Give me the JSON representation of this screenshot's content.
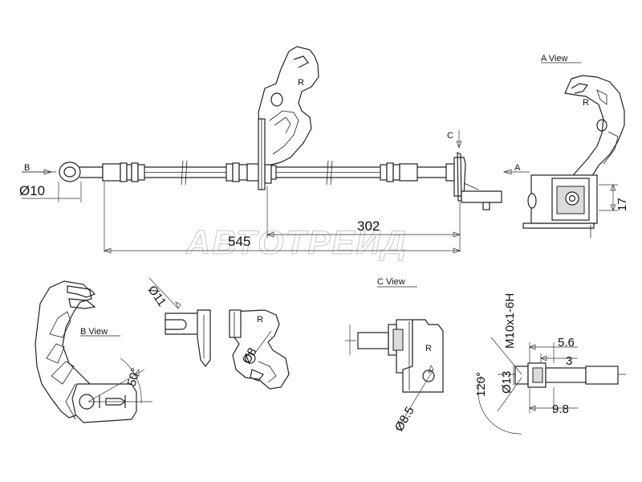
{
  "dimensions": {
    "total_length": "545",
    "partial_length": "302",
    "eye_diameter": "Ø10",
    "bracket_height": "17",
    "hole_diameter_b": "Ø11",
    "hole_diameter_small": "Ø8",
    "hole_diameter_c": "Ø8.5",
    "angle_b": "50°",
    "angle_fitting": "120°",
    "fitting_diameter": "Ø13",
    "thread": "M10x1-6H",
    "len_5_6": "5.6",
    "len_3": "3",
    "len_9_8": "9.8"
  },
  "labels": {
    "arrow_b": "B",
    "arrow_a": "A",
    "arrow_c": "C",
    "r_mark": "R",
    "view_a": "A View",
    "view_b": "B View",
    "view_c": "C View"
  },
  "watermark": "АВТОТРЕЙД"
}
